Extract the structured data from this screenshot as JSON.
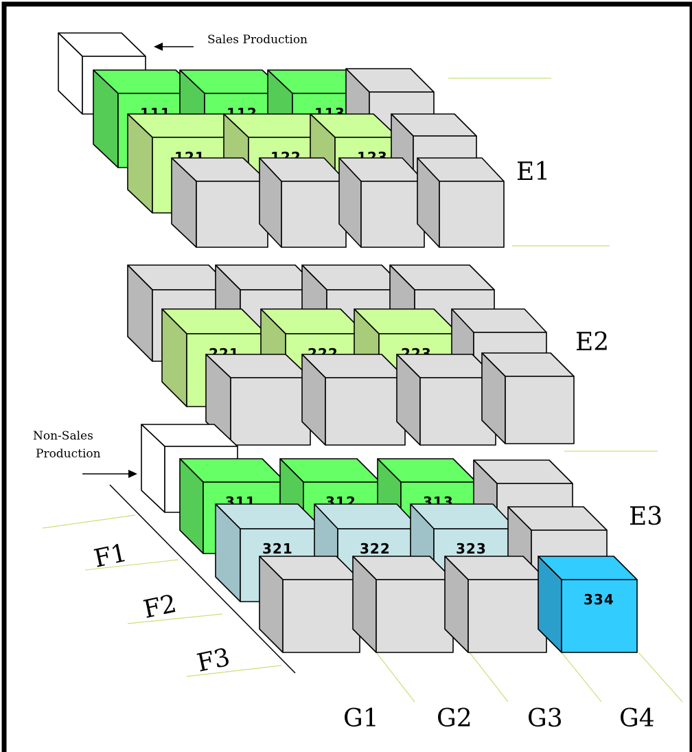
{
  "annotations": {
    "sales": "Sales Production",
    "non_sales_line1": "Non-Sales",
    "non_sales_line2": "Production"
  },
  "layer_labels": [
    "E1",
    "E2",
    "E3"
  ],
  "row_labels": [
    "F1",
    "F2",
    "F3"
  ],
  "column_labels": [
    "G1",
    "G2",
    "G3",
    "G4"
  ],
  "cube_labels": {
    "c111": "111",
    "c112": "112",
    "c113": "113",
    "c121": "121",
    "c122": "122",
    "c123": "123",
    "c221": "221",
    "c222": "222",
    "c223": "223",
    "c311": "311",
    "c312": "312",
    "c313": "313",
    "c321": "321",
    "c322": "322",
    "c323": "323",
    "c334": "334"
  },
  "colors": {
    "gray_front": "#dedede",
    "gray_side": "#b8b8b8",
    "green_front": "#66ff66",
    "green_side": "#55cc55",
    "light_green_front": "#ccff99",
    "light_green_side": "#a8cc7a",
    "light_blue_front": "#c4e4e8",
    "light_blue_side": "#9fc2c8",
    "cyan_front": "#33ccff",
    "cyan_side": "#2a9fcc",
    "white": "#ffffff",
    "guide_line": "#c8e07a"
  }
}
